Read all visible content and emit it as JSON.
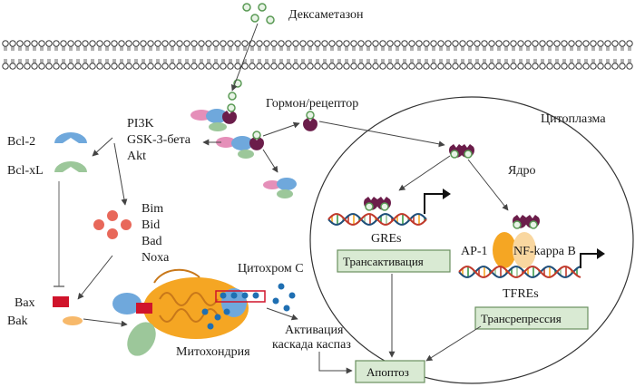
{
  "labels": {
    "dexamethasone": "Дексаметазон",
    "hormone_receptor": "Гормон/рецептор",
    "cytoplasm": "Цитоплазма",
    "nucleus": "Ядро",
    "bcl2": "Bcl-2",
    "bclxl": "Bcl-xL",
    "pi3k": "PI3K",
    "gsk3": "GSK-3-бета",
    "akt": "Akt",
    "bim": "Bim",
    "bid": "Bid",
    "bad": "Bad",
    "noxa": "Noxa",
    "bax": "Bax",
    "bak": "Bak",
    "cytochrome_c": "Цитохром С",
    "mitochondria": "Митохондрия",
    "caspase_activation_1": "Активация",
    "caspase_activation_2": "каскада каспаз",
    "gres": "GREs",
    "ap1": "AP-1",
    "nfkb": "NF-kappa B",
    "tfres": "TFREs",
    "transactivation": "Трансактивация",
    "transrepression": "Трансрепрессия",
    "apoptosis": "Апоптоз"
  },
  "colors": {
    "receptor_blue": "#6fa8dc",
    "receptor_purple": "#6b1d4a",
    "receptor_pink": "#e58fb9",
    "green_protein": "#9cc79a",
    "mitochondria": "#f5a623",
    "bax_red": "#d0142b",
    "bak_orange": "#f7b96b",
    "cytochrome_blue": "#1f6fb2",
    "box_fill": "#d9ead3",
    "box_stroke": "#6a8f5f",
    "dna_blue": "#1e4e79",
    "dna_red": "#c0392b",
    "pro_apoptotic_red": "#e8685a"
  }
}
